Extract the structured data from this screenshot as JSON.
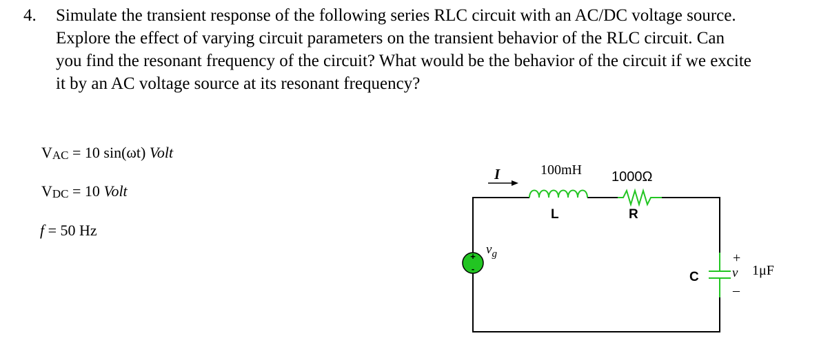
{
  "question": {
    "number": "4.",
    "text": "Simulate the transient response of the following series RLC circuit with an AC/DC voltage source. Explore the effect of varying circuit parameters on the transient behavior of the RLC circuit. Can you find the resonant frequency of the circuit? What would be the behavior of the circuit if we excite it by an AC voltage source at its resonant frequency?"
  },
  "params": {
    "vac": {
      "symbol": "V",
      "sub": "AC",
      "expr": " = 10 sin(ωt) ",
      "unit": "Volt"
    },
    "vdc": {
      "symbol": "V",
      "sub": "DC",
      "expr": " = 10 ",
      "unit": "Volt"
    },
    "freq": {
      "symbol": "f",
      "expr": " = 50 Hz"
    }
  },
  "circuit": {
    "current_label": "I",
    "inductor_value": "100mH",
    "inductor_label": "L",
    "resistor_value": "1000Ω",
    "resistor_label": "R",
    "source_label": "v",
    "source_sub": "g",
    "capacitor_label": "C",
    "capacitor_value": "1μF",
    "capacitor_voltage": "v",
    "plus_sign": "+",
    "minus_sign": "–",
    "source_plus": "+",
    "source_minus": "-",
    "colors": {
      "component": "#22c522",
      "wire": "#000000"
    }
  }
}
